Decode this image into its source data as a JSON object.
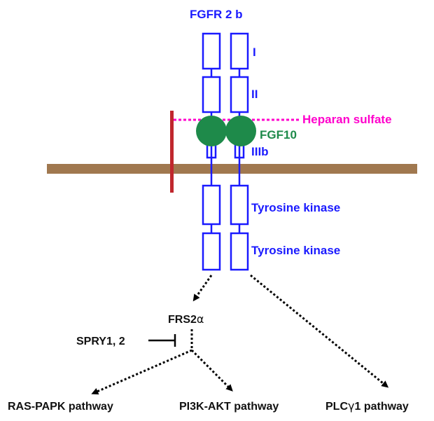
{
  "receptor": {
    "name": "FGFR 2 b"
  },
  "domains": {
    "ig1": "I",
    "ig2": "II",
    "ig3": "IIIb",
    "kinase1": "Tyrosine kinase",
    "kinase2": "Tyrosine kinase"
  },
  "ligands": {
    "heparan": "Heparan sulfate",
    "fgf": "FGF10"
  },
  "adaptor": {
    "name": "FRS2",
    "greek": "α"
  },
  "inhibitor": {
    "label": "SPRY1, 2"
  },
  "pathways": {
    "ras": "RAS-PAPK pathway",
    "pi3k": "PI3K-AKT pathway",
    "plc_prefix": "PLC",
    "plc_greek": "γ",
    "plc_suffix": "1 pathway"
  },
  "colors": {
    "receptor": "#1a1aff",
    "membrane": "#a0784f",
    "heparan_bar": "#c0272d",
    "heparan_text": "#ff00cc",
    "fgf": "#1e8a4a",
    "arrow": "#000000"
  }
}
